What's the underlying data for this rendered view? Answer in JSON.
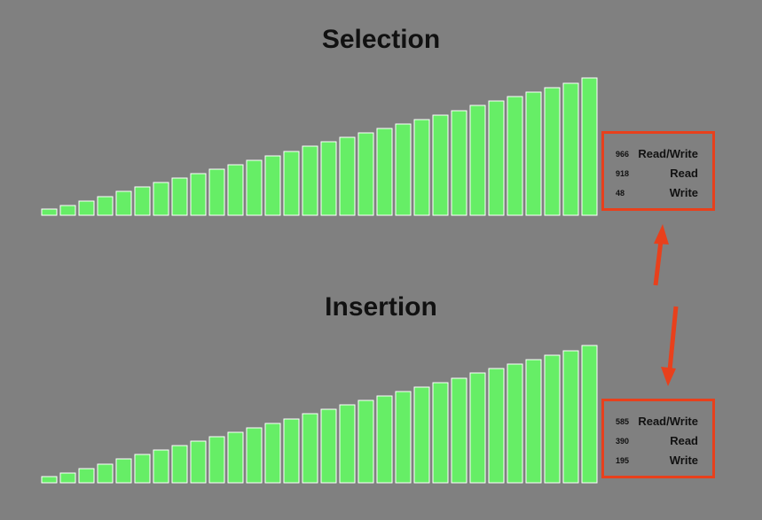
{
  "colors": {
    "bar": "#66ee66",
    "bar_stroke": "#ffffff",
    "accent": "#e8401c",
    "background": "#808080"
  },
  "panels": [
    {
      "title": "Selection",
      "bar_values": [
        7,
        11,
        16,
        21,
        27,
        32,
        37,
        42,
        47,
        52,
        57,
        62,
        67,
        72,
        78,
        83,
        88,
        93,
        98,
        103,
        108,
        113,
        118,
        124,
        129,
        134,
        139,
        144,
        149,
        155
      ],
      "stats": [
        {
          "value": "966",
          "label": "Read/Write"
        },
        {
          "value": "918",
          "label": "Read"
        },
        {
          "value": "48",
          "label": "Write"
        }
      ]
    },
    {
      "title": "Insertion",
      "bar_values": [
        7,
        11,
        16,
        21,
        27,
        32,
        37,
        42,
        47,
        52,
        57,
        62,
        67,
        72,
        78,
        83,
        88,
        93,
        98,
        103,
        108,
        113,
        118,
        124,
        129,
        134,
        139,
        144,
        149,
        155
      ],
      "stats": [
        {
          "value": "585",
          "label": "Read/Write"
        },
        {
          "value": "390",
          "label": "Read"
        },
        {
          "value": "195",
          "label": "Write"
        }
      ]
    }
  ],
  "arrows": [
    "up",
    "down"
  ]
}
